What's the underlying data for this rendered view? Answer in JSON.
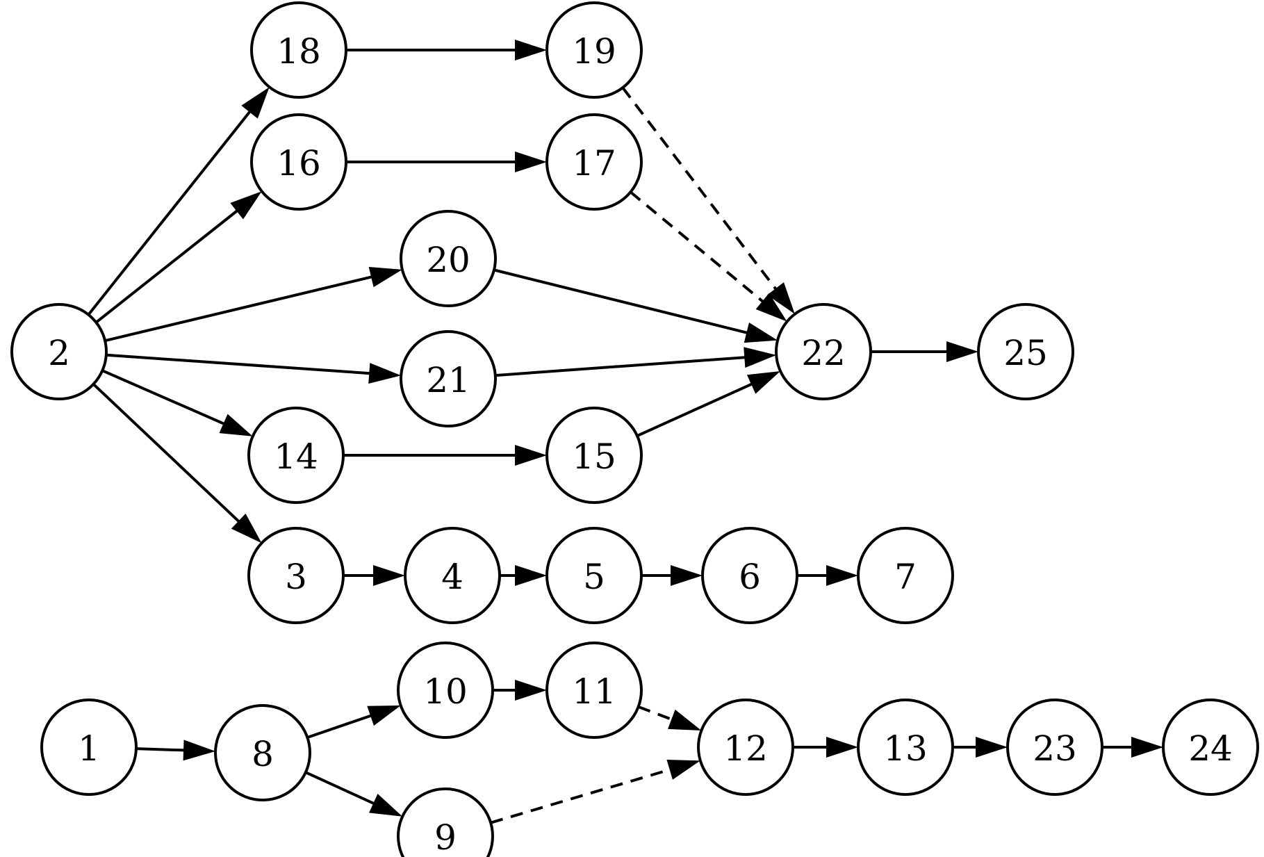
{
  "nodes": [
    {
      "id": "1",
      "label": "1"
    },
    {
      "id": "2",
      "label": "2"
    },
    {
      "id": "3",
      "label": "3"
    },
    {
      "id": "4",
      "label": "4"
    },
    {
      "id": "5",
      "label": "5"
    },
    {
      "id": "6",
      "label": "6"
    },
    {
      "id": "7",
      "label": "7"
    },
    {
      "id": "8",
      "label": "8"
    },
    {
      "id": "9",
      "label": "9"
    },
    {
      "id": "10",
      "label": "10"
    },
    {
      "id": "11",
      "label": "11"
    },
    {
      "id": "12",
      "label": "12"
    },
    {
      "id": "13",
      "label": "13"
    },
    {
      "id": "14",
      "label": "14"
    },
    {
      "id": "15",
      "label": "15"
    },
    {
      "id": "16",
      "label": "16"
    },
    {
      "id": "17",
      "label": "17"
    },
    {
      "id": "18",
      "label": "18"
    },
    {
      "id": "19",
      "label": "19"
    },
    {
      "id": "20",
      "label": "20"
    },
    {
      "id": "21",
      "label": "21"
    },
    {
      "id": "22",
      "label": "22"
    },
    {
      "id": "23",
      "label": "23"
    },
    {
      "id": "24",
      "label": "24"
    },
    {
      "id": "25",
      "label": "25"
    }
  ],
  "edges": [
    {
      "from": "2",
      "to": "18",
      "style": "solid"
    },
    {
      "from": "2",
      "to": "16",
      "style": "solid"
    },
    {
      "from": "2",
      "to": "20",
      "style": "solid"
    },
    {
      "from": "2",
      "to": "21",
      "style": "solid"
    },
    {
      "from": "2",
      "to": "14",
      "style": "solid"
    },
    {
      "from": "2",
      "to": "3",
      "style": "solid"
    },
    {
      "from": "18",
      "to": "19",
      "style": "solid"
    },
    {
      "from": "16",
      "to": "17",
      "style": "solid"
    },
    {
      "from": "19",
      "to": "22",
      "style": "dashed"
    },
    {
      "from": "17",
      "to": "22",
      "style": "dashed"
    },
    {
      "from": "20",
      "to": "22",
      "style": "solid"
    },
    {
      "from": "21",
      "to": "22",
      "style": "solid"
    },
    {
      "from": "14",
      "to": "15",
      "style": "solid"
    },
    {
      "from": "15",
      "to": "22",
      "style": "solid"
    },
    {
      "from": "22",
      "to": "25",
      "style": "solid"
    },
    {
      "from": "3",
      "to": "4",
      "style": "solid"
    },
    {
      "from": "4",
      "to": "5",
      "style": "solid"
    },
    {
      "from": "5",
      "to": "6",
      "style": "solid"
    },
    {
      "from": "6",
      "to": "7",
      "style": "solid"
    },
    {
      "from": "1",
      "to": "8",
      "style": "solid"
    },
    {
      "from": "8",
      "to": "10",
      "style": "solid"
    },
    {
      "from": "8",
      "to": "9",
      "style": "solid"
    },
    {
      "from": "10",
      "to": "11",
      "style": "solid"
    },
    {
      "from": "11",
      "to": "12",
      "style": "dashed"
    },
    {
      "from": "9",
      "to": "12",
      "style": "dashed"
    },
    {
      "from": "12",
      "to": "13",
      "style": "solid"
    },
    {
      "from": "13",
      "to": "23",
      "style": "solid"
    },
    {
      "from": "23",
      "to": "24",
      "style": "solid"
    }
  ]
}
